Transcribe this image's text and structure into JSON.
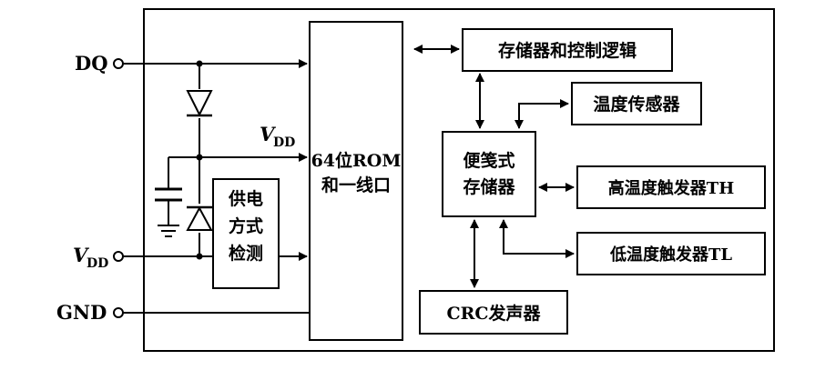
{
  "pins": {
    "dq": "DQ",
    "vdd_main": "V",
    "vdd_main_sub": "DD",
    "vdd_inner": "V",
    "vdd_inner_sub": "DD",
    "gnd": "GND"
  },
  "blocks": {
    "rom": {
      "line1": "64位ROM",
      "line2": "和一线口"
    },
    "power_detect": {
      "line1": "供电",
      "line2": "方式",
      "line3": "检测"
    },
    "memory_control": "存储器和控制逻辑",
    "temp_sensor": "温度传感器",
    "scratchpad": {
      "line1": "便笺式",
      "line2": "存储器"
    },
    "th_trigger": "高温度触发器TH",
    "tl_trigger": "低温度触发器TL",
    "crc": "CRC发声器"
  }
}
